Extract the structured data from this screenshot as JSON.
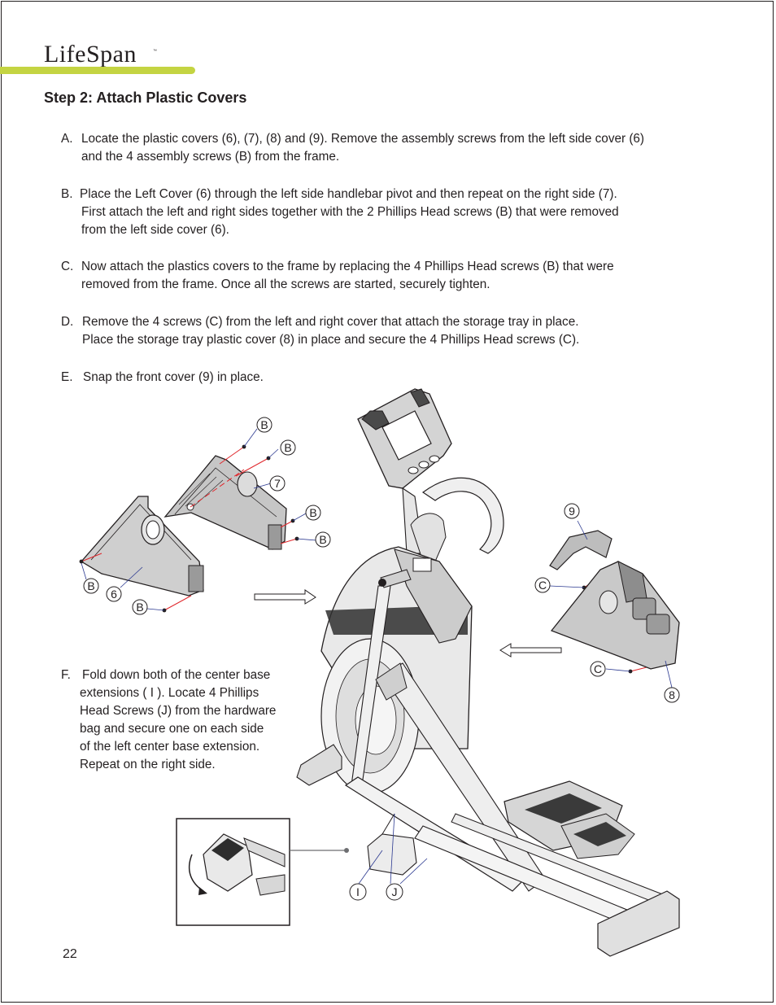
{
  "brand": {
    "name": "LifeSpan",
    "tm": "™"
  },
  "step_title": "Step 2: Attach Plastic Covers",
  "instructions": [
    {
      "letter": "A.",
      "lines": [
        "Locate the plastic covers (6), (7), (8) and (9). Remove the assembly screws from the left side cover (6)",
        "and the 4 assembly screws (B) from the frame."
      ]
    },
    {
      "letter": "B.",
      "lines": [
        "Place the Left Cover (6) through the left side handlebar pivot and then repeat on the right side (7).",
        "First attach the left and right sides together with the 2 Phillips Head screws (B) that were removed",
        "from the left side cover (6)."
      ]
    },
    {
      "letter": "C.",
      "lines": [
        "Now attach the plastics covers to the frame by replacing the 4 Phillips Head screws (B) that were",
        "removed from the frame.  Once all the screws are started, securely tighten."
      ]
    },
    {
      "letter": "D.",
      "lines": [
        "Remove the 4 screws (C)  from the left and right  cover that attach the storage tray in place.",
        "Place the storage tray plastic cover (8) in place and secure the 4 Phillips Head screws (C)."
      ]
    },
    {
      "letter": "E.",
      "lines": [
        "Snap the front cover (9) in place."
      ]
    },
    {
      "letter": "F.",
      "lines": [
        "Fold down both of the center base",
        "extensions ( I ). Locate 4 Phillips",
        "Head Screws  (J) from  the hardware",
        "bag and secure one on each side",
        "of the left center base extension.",
        "Repeat on the right side."
      ]
    }
  ],
  "callouts": {
    "b1": "B",
    "b2": "B",
    "b3": "B",
    "b4": "B",
    "b5": "B",
    "b6": "B",
    "p7": "7",
    "p6": "6",
    "p9": "9",
    "p8": "8",
    "c1": "C",
    "c2": "C",
    "i": "I",
    "j": "J"
  },
  "page_number": "22",
  "colors": {
    "brand_bar": "#c4d442",
    "screw_line": "#e0262b",
    "leader_line": "#2b3990",
    "text": "#231f20"
  }
}
